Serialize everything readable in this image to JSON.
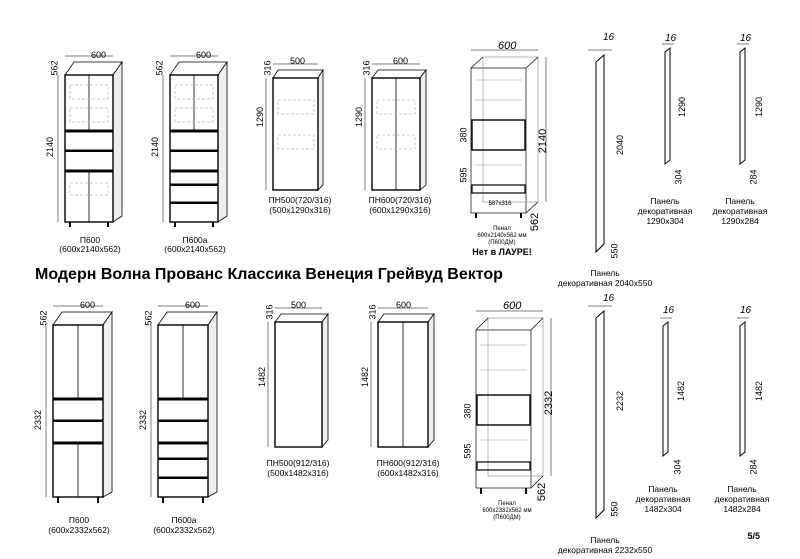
{
  "title": "Модерн Волна Прованс Классика Венеция Грейвуд Вектор",
  "page_number": "5/5",
  "top_row": {
    "p600": {
      "depth": "562",
      "width": "600",
      "height": "2140",
      "name": "П600",
      "size": "(600x2140x562)"
    },
    "p600a": {
      "depth": "562",
      "width": "600",
      "height": "2140",
      "name": "П600а",
      "size": "(600x2140x562)"
    },
    "pn500": {
      "depth": "316",
      "width": "500",
      "height": "1290",
      "name": "ПН500(720/316)",
      "size": "(500x1290x316)"
    },
    "pn600": {
      "depth": "316",
      "width": "600",
      "height": "1290",
      "name": "ПН600(720/316)",
      "size": "(600x1290x316)"
    },
    "penal": {
      "width": "600",
      "height": "2140",
      "depth": "562",
      "dim380": "380",
      "dim595": "595",
      "inner": "587х316",
      "caption1": "Пенал",
      "caption2": "600х2140х562 мм",
      "caption3": "(П600ДМ)",
      "warning": "Нет в ЛАУРЕ!"
    },
    "panel_tall": {
      "thickness": "16",
      "height": "2040",
      "depth": "550",
      "label": "Панель",
      "label2": "декоративная 2040х550"
    },
    "panel_mid": {
      "thickness": "16",
      "height": "1290",
      "depth": "304",
      "label": "Панель",
      "label2": "декоративная",
      "label3": "1290х304"
    },
    "panel_narrow": {
      "thickness": "16",
      "height": "1290",
      "depth": "284",
      "label": "Панель",
      "label2": "декоративная",
      "label3": "1290х284"
    }
  },
  "bottom_row": {
    "p600": {
      "depth": "562",
      "width": "600",
      "height": "2332",
      "name": "П600",
      "size": "(600х2332х562)"
    },
    "p600a": {
      "depth": "562",
      "width": "600",
      "height": "2332",
      "name": "П600а",
      "size": "(600х2332х562)"
    },
    "pn500": {
      "depth": "316",
      "width": "500",
      "height": "1482",
      "name": "ПН500(912/316)",
      "size": "(500х1482х316)"
    },
    "pn600": {
      "depth": "316",
      "width": "600",
      "height": "1482",
      "name": "ПН600(912/316)",
      "size": "(600х1482х316)"
    },
    "penal": {
      "width": "600",
      "height": "2332",
      "depth": "562",
      "dim380": "380",
      "dim595": "595",
      "caption1": "Пенал",
      "caption2": "600х2332х562 мм",
      "caption3": "(П600ДМ)"
    },
    "panel_tall": {
      "thickness": "16",
      "height": "2232",
      "depth": "550",
      "label": "Панель",
      "label2": "декоративная 2232х550"
    },
    "panel_mid": {
      "thickness": "16",
      "height": "1482",
      "depth": "304",
      "label": "Панель",
      "label2": "декоративная",
      "label3": "1482х304"
    },
    "panel_narrow": {
      "thickness": "16",
      "height": "1482",
      "depth": "284",
      "label": "Панель",
      "label2": "декоративная",
      "label3": "1482х284"
    }
  }
}
